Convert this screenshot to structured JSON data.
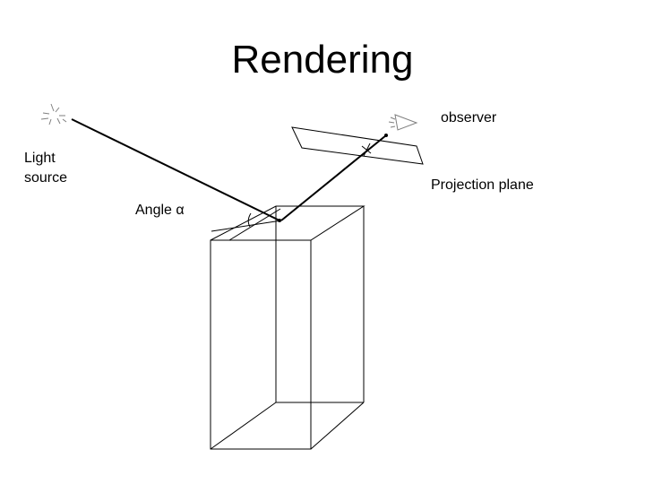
{
  "title": "Rendering",
  "labels": {
    "light_source": "Light source",
    "observer": "observer",
    "projection_plane": "Projection plane",
    "angle": "Angle α"
  },
  "colors": {
    "line": "#000000",
    "icon": "#7f7f7f",
    "background": "#ffffff"
  },
  "icons": {
    "light_source": "sparkle-icon",
    "observer": "eye-icon"
  }
}
